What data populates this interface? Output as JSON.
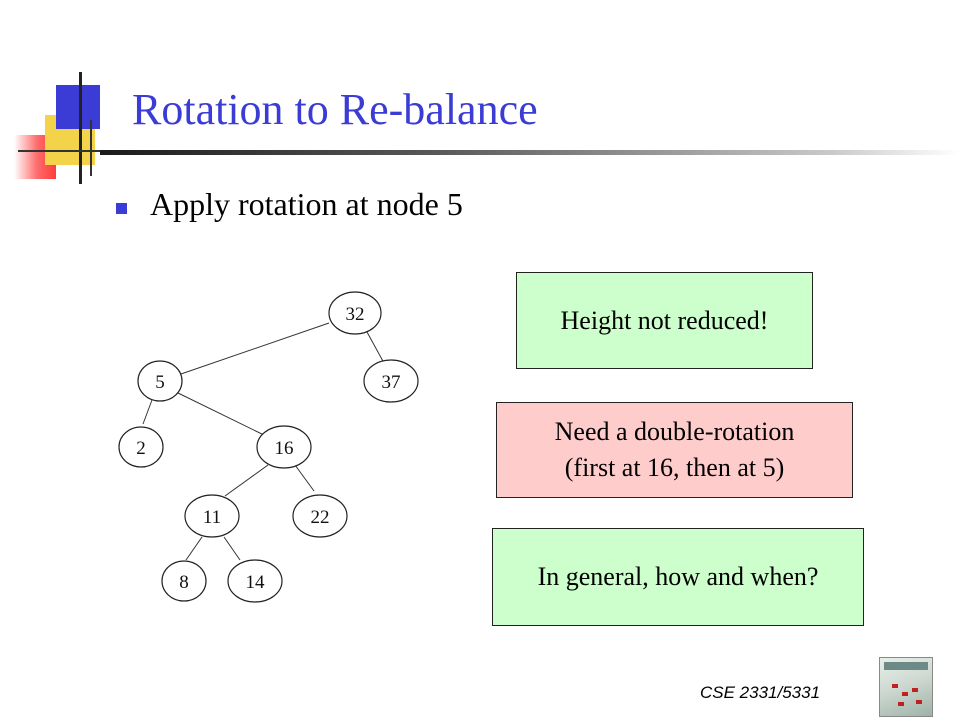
{
  "slide": {
    "title": "Rotation to Re-balance",
    "bullet": "Apply rotation at node 5",
    "footer": "CSE 2331/5331"
  },
  "tree": {
    "nodes": [
      "32",
      "5",
      "37",
      "2",
      "16",
      "11",
      "22",
      "8",
      "14"
    ]
  },
  "callouts": {
    "height_note": "Height not reduced!",
    "double_rotation_line1": "Need a double-rotation",
    "double_rotation_line2": "(first at 16, then at 5)",
    "question": "In general, how and when?"
  },
  "colors": {
    "title_blue": "#3b3bd6",
    "green_box": "#ccffcc",
    "pink_box": "#ffcccc"
  }
}
